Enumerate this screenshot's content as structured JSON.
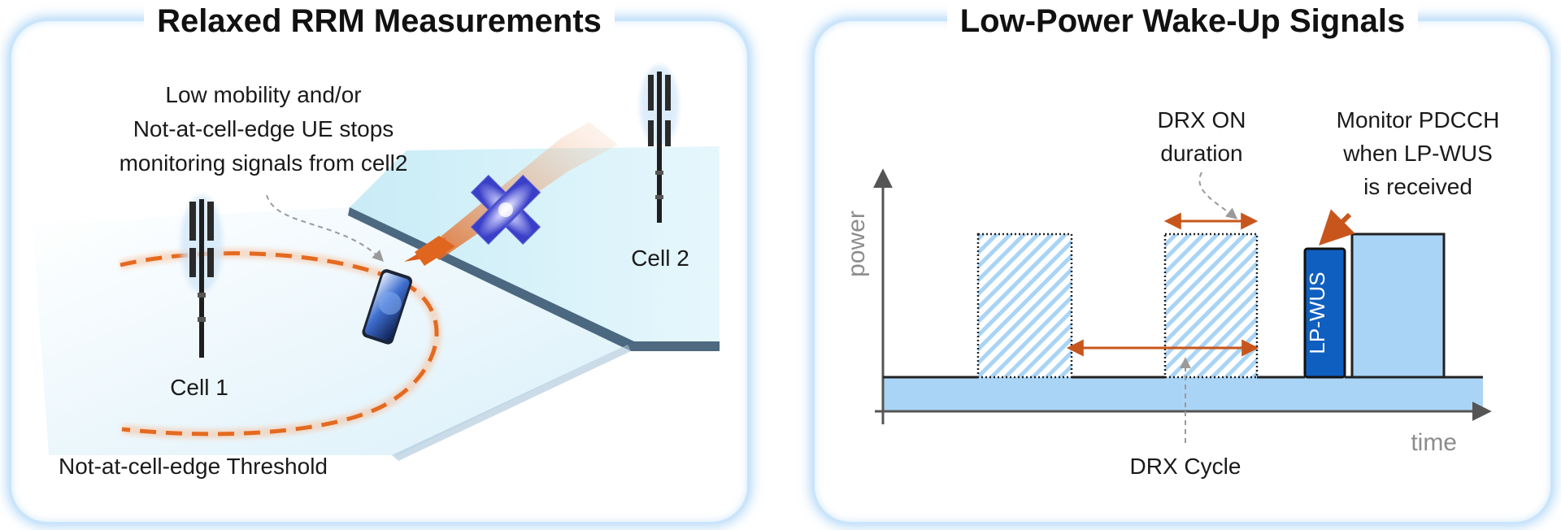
{
  "left_panel": {
    "title": "Relaxed RRM Measurements",
    "annotation": [
      "Low mobility and/or",
      "Not-at-cell-edge UE stops",
      "monitoring signals from cell2"
    ],
    "cell1_label": "Cell 1",
    "cell2_label": "Cell 2",
    "threshold_label": "Not-at-cell-edge Threshold"
  },
  "right_panel": {
    "title": "Low-Power Wake-Up Signals",
    "y_axis_label": "power",
    "x_axis_label": "time",
    "drx_on_label": [
      "DRX ON",
      "duration"
    ],
    "monitor_label": [
      "Monitor PDCCH",
      "when LP-WUS",
      "is received"
    ],
    "lpwus_label": "LP-WUS",
    "drx_cycle_label": "DRX Cycle"
  },
  "colors": {
    "orange_accent": "#c8561c",
    "light_blue": "#a9d4f5",
    "lpwus_blue": "#0f5fc0",
    "panel_glow": "#9ccdf5"
  }
}
